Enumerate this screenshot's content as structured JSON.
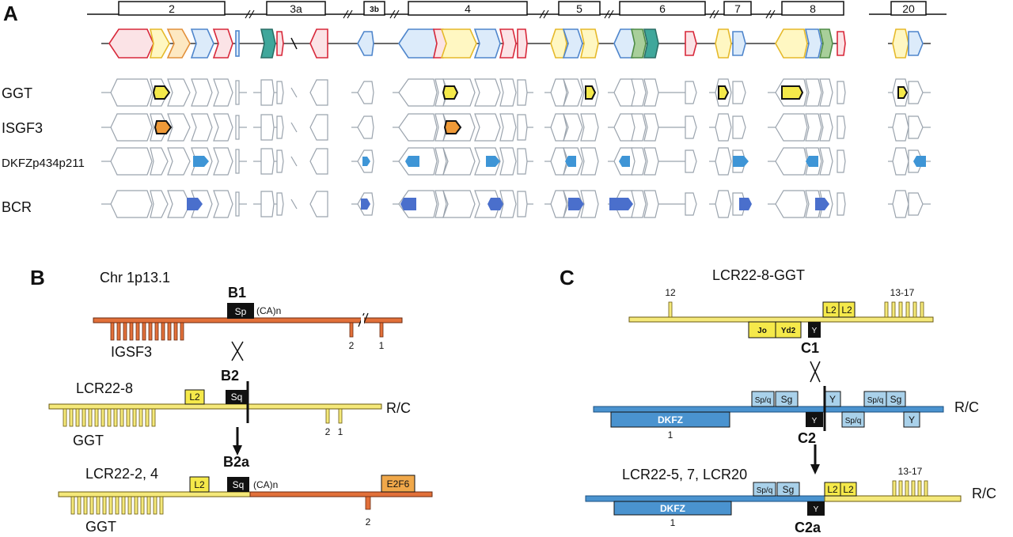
{
  "panelA": {
    "label": "A",
    "segments": [
      "2",
      "3a",
      "3b",
      "4",
      "5",
      "6",
      "7",
      "8",
      "20"
    ],
    "rows": [
      "GGT",
      "ISGF3",
      "DKFZp434p211",
      "BCR"
    ]
  },
  "panelB": {
    "label": "B",
    "chr": "Chr 1p13.1",
    "b1": "B1",
    "sp": "Sp",
    "ca1": "(CA)n",
    "igsf3": "IGSF3",
    "ex2": "2",
    "ex1": "1",
    "lcr228": "LCR22-8",
    "l2": "L2",
    "b2": "B2",
    "sq": "Sq",
    "rc": "R/C",
    "ggt1": "GGT",
    "ex2b": "2",
    "ex1b": "1",
    "lcr2224": "LCR22-2, 4",
    "l2b": "L2",
    "b2a": "B2a",
    "sq2": "Sq",
    "ca2": "(CA)n",
    "e2f6": "E2F6",
    "ggt2": "GGT",
    "ex2c": "2"
  },
  "panelC": {
    "label": "C",
    "title": "LCR22-8-GGT",
    "e12": "12",
    "e1317": "13-17",
    "l2a": "L2",
    "l2b": "L2",
    "jo": "Jo",
    "yd2": "Yd2",
    "y1": "Y",
    "c1": "C1",
    "spq1": "Sp/q",
    "sg1": "Sg",
    "y2": "Y",
    "spq2": "Sp/q",
    "sg2": "Sg",
    "dkfz1": "DKFZ",
    "yblk": "Y",
    "spq3": "Sp/q",
    "y3": "Y",
    "rc1": "R/C",
    "n1": "1",
    "c2": "C2",
    "lcr": "LCR22-5, 7, LCR20",
    "e1317b": "13-17",
    "spq4": "Sp/q",
    "sg3": "Sg",
    "l2c": "L2",
    "l2d": "L2",
    "rc2": "R/C",
    "dkfz2": "DKFZ",
    "yblk2": "Y",
    "n2": "1",
    "c2a": "C2a"
  },
  "colors": {
    "red": "#d8283a",
    "yellow": "#f4e65a",
    "blue": "#4f86cc",
    "teal": "#3fa79b",
    "orange": "#e2703a",
    "ggtyellow": "#f5e97a",
    "dkfzblue": "#4a93cf",
    "lightblue": "#a9d1ea",
    "gray": "#9aa3ad"
  }
}
